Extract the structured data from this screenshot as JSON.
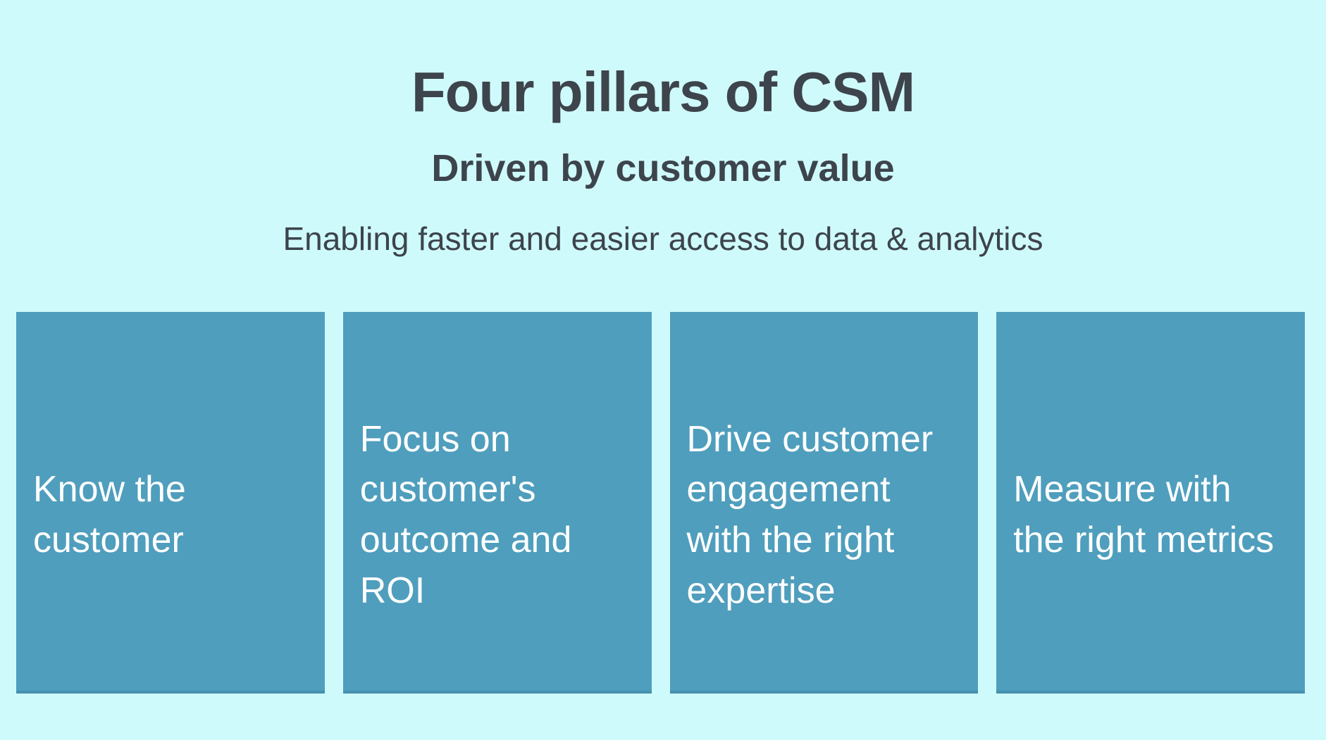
{
  "slide": {
    "title": "Four pillars of CSM",
    "subtitle": "Driven by customer value",
    "tagline": "Enabling faster and easier access to data & analytics",
    "pillars": [
      {
        "label": "Know the customer"
      },
      {
        "label": "Focus on customer's outcome and ROI"
      },
      {
        "label": "Drive customer engagement with the right expertise"
      },
      {
        "label": "Measure with the right metrics"
      }
    ],
    "colors": {
      "background": "#CFFAFC",
      "pillar": "#4F9EBD",
      "heading_text": "#3D444B",
      "pillar_text": "#FFFFFF"
    }
  }
}
